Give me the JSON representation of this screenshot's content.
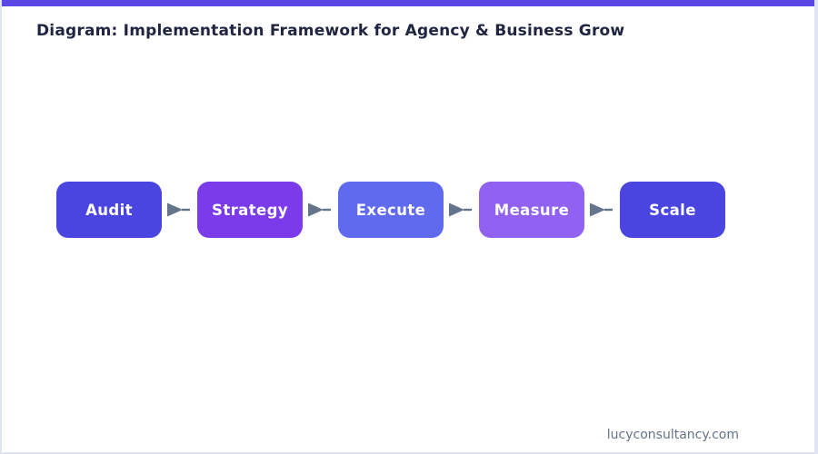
{
  "page": {
    "title": "Diagram: Implementation Framework for Agency & Business Grow",
    "footer": "lucyconsultancy.com"
  },
  "theme": {
    "top_bar_color": "#5a45e5",
    "frame_border_color": "#dfe3f2",
    "title_color": "#1f2440",
    "arrow_color": "#64748b",
    "footer_color": "#64748b",
    "background": "#ffffff",
    "step_text_color": "#ffffff"
  },
  "diagram": {
    "type": "flowchart",
    "direction": "left-to-right",
    "connector": "right-arrow",
    "steps": [
      {
        "label": "Audit",
        "color": "#4a45e0"
      },
      {
        "label": "Strategy",
        "color": "#7c3bea"
      },
      {
        "label": "Execute",
        "color": "#5f6aee"
      },
      {
        "label": "Measure",
        "color": "#9161f2"
      },
      {
        "label": "Scale",
        "color": "#4a45e0"
      }
    ]
  }
}
